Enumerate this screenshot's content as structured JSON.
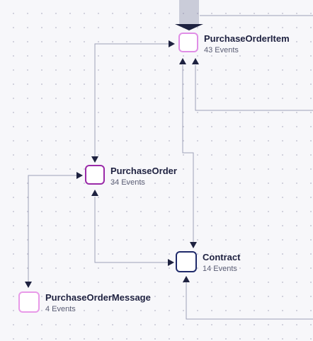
{
  "nodes": [
    {
      "id": "purchase-order-item",
      "name": "PurchaseOrderItem",
      "events": "43 Events",
      "border": "#e08ee6"
    },
    {
      "id": "purchase-order",
      "name": "PurchaseOrder",
      "events": "34 Events",
      "border": "#9a2aa8"
    },
    {
      "id": "contract",
      "name": "Contract",
      "events": "14 Events",
      "border": "#1f2a6a"
    },
    {
      "id": "purchase-order-message",
      "name": "PurchaseOrderMessage",
      "events": "4 Events",
      "border": "#e89ae8"
    }
  ],
  "colors": {
    "edge": "#9da0b8",
    "arrow": "#1e2240",
    "background": "#f7f7fa"
  }
}
